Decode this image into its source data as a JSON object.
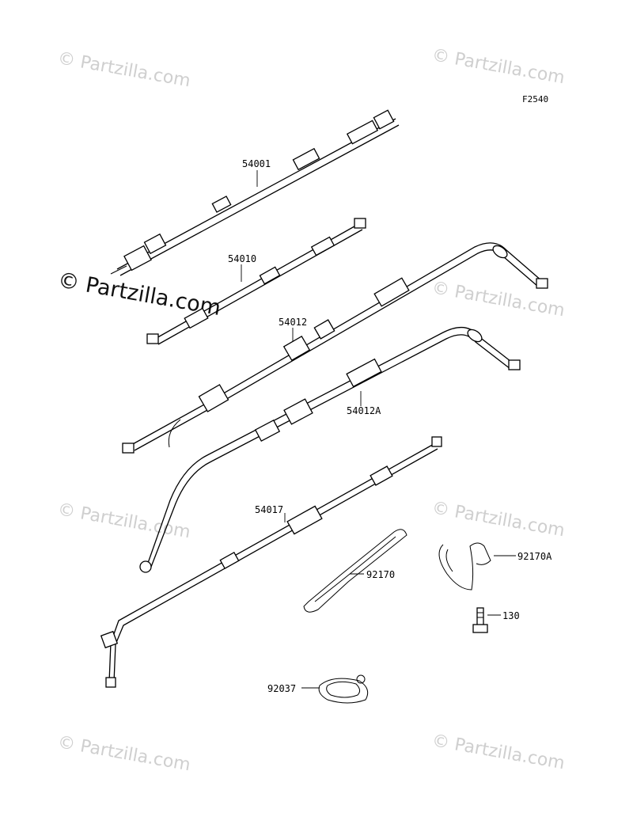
{
  "diagram_code": "F2540",
  "watermark": "© Partzilla.com",
  "parts": {
    "p54001": "54001",
    "p54010": "54010",
    "p54012": "54012",
    "p54012A": "54012A",
    "p54017": "54017",
    "p92170": "92170",
    "p92170A": "92170A",
    "p130": "130",
    "p92037": "92037"
  }
}
